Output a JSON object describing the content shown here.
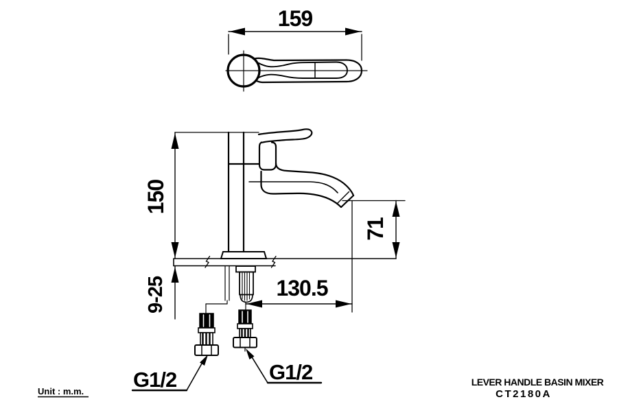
{
  "colors": {
    "line": "#000000",
    "background": "#ffffff"
  },
  "dims": {
    "width": "159",
    "height": "150",
    "spout_height": "71",
    "spout_reach": "130.5",
    "deck_thickness": "9-25"
  },
  "labels": {
    "inlet_left": "G1/2",
    "inlet_right": "G1/2",
    "unit": "Unit : m.m."
  },
  "footer": {
    "title": "LEVER HANDLE BASIN MIXER",
    "model": "CT2180A"
  }
}
